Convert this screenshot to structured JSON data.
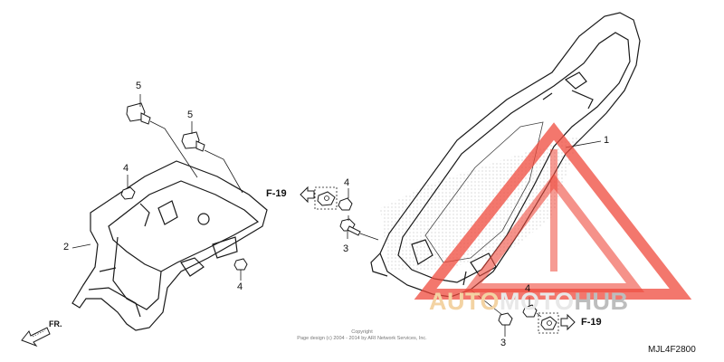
{
  "diagram": {
    "callouts": {
      "c1": "1",
      "c2": "2",
      "c3a": "3",
      "c3b": "3",
      "c4a": "4",
      "c4b": "4",
      "c4c": "4",
      "c4d": "4",
      "c5a": "5",
      "c5b": "5"
    },
    "ref_left": "F-19",
    "ref_right": "F-19",
    "front_label": "FR.",
    "copyright_line1": "Copyright",
    "copyright_line2": "Page design (c) 2004 - 2014 by ARI Network Services, Inc.",
    "part_code": "MJL4F2800",
    "watermark": {
      "part_a": "AUTO",
      "part_b": "MOTO",
      "part_c": "HUB"
    }
  },
  "colors": {
    "line": "#1a1a1a",
    "watermark_red": "#ef4a3c",
    "watermark_orange": "#f3c98e"
  }
}
